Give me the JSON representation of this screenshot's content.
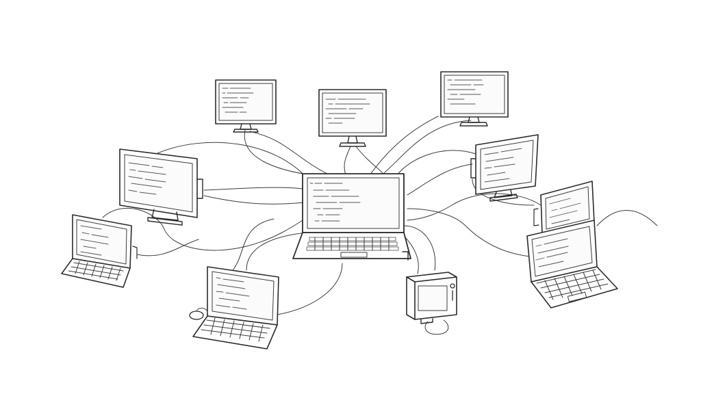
{
  "diagram": {
    "style": "pencil-sketch",
    "ink_color": "#2a2a2a",
    "background": "#ffffff",
    "nodes": [
      {
        "id": "hub-laptop",
        "kind": "laptop",
        "role": "central hub"
      },
      {
        "id": "monitor-top-left",
        "kind": "desktop-monitor"
      },
      {
        "id": "monitor-top-center",
        "kind": "desktop-monitor"
      },
      {
        "id": "monitor-top-right",
        "kind": "desktop-monitor"
      },
      {
        "id": "monitor-mid-left",
        "kind": "desktop-monitor"
      },
      {
        "id": "monitor-mid-right",
        "kind": "desktop-monitor"
      },
      {
        "id": "laptop-far-left",
        "kind": "laptop"
      },
      {
        "id": "laptop-bottom-left",
        "kind": "laptop"
      },
      {
        "id": "laptop-right-back",
        "kind": "laptop"
      },
      {
        "id": "laptop-right-front",
        "kind": "laptop"
      },
      {
        "id": "server-box",
        "kind": "server-cube"
      }
    ],
    "connections": [
      [
        "hub-laptop",
        "monitor-top-left"
      ],
      [
        "hub-laptop",
        "monitor-top-center"
      ],
      [
        "hub-laptop",
        "monitor-top-right"
      ],
      [
        "hub-laptop",
        "monitor-mid-left"
      ],
      [
        "hub-laptop",
        "monitor-mid-right"
      ],
      [
        "hub-laptop",
        "laptop-far-left"
      ],
      [
        "hub-laptop",
        "laptop-bottom-left"
      ],
      [
        "hub-laptop",
        "laptop-right-back"
      ],
      [
        "hub-laptop",
        "laptop-right-front"
      ],
      [
        "hub-laptop",
        "server-box"
      ]
    ]
  }
}
